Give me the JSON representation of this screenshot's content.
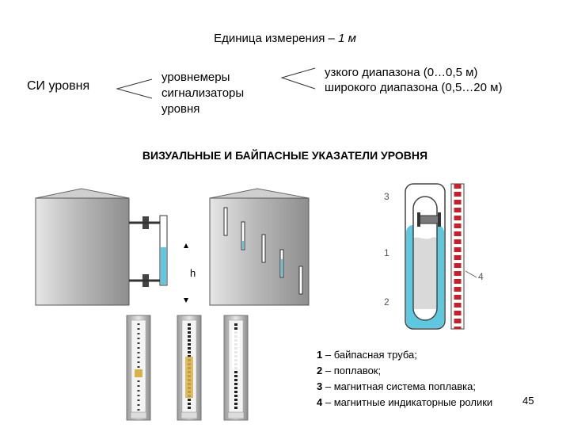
{
  "unit_line": {
    "prefix": "Единица измерения – ",
    "unit": "1 м"
  },
  "si_label": "СИ уровня",
  "gauge_types": [
    "уровнемеры",
    "сигнализаторы",
    "уровня"
  ],
  "ranges": [
    "узкого диапазона (0…0,5 м)",
    "широкого диапазона (0,5…20 м)"
  ],
  "section_title": "ВИЗУАЛЬНЫЕ И БАЙПАСНЫЕ УКАЗАТЕЛИ УРОВНЯ",
  "level_symbol": "h",
  "callouts": {
    "c1": "1",
    "c2": "2",
    "c3": "3",
    "c4": "4"
  },
  "legend": [
    {
      "num": "1",
      "text": " – байпасная труба;"
    },
    {
      "num": "2",
      "text": " – поплавок;"
    },
    {
      "num": "3",
      "text": " – магнитная система поплавка;"
    },
    {
      "num": "4",
      "text": " – магнитные индикаторные ролики"
    }
  ],
  "page_number": "45",
  "colors": {
    "liquid": "#5ec8e0",
    "tank": "#b0b0b0",
    "rollers": "#c8202a",
    "title_orange": "#cc5a00"
  }
}
